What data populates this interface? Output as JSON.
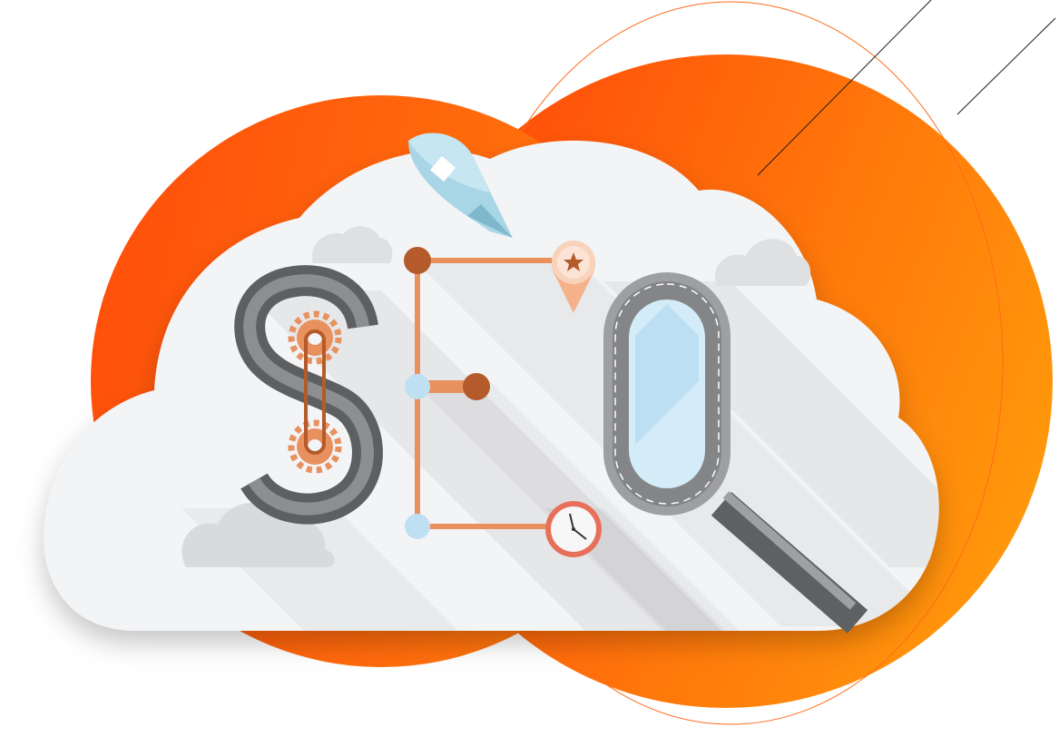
{
  "illustration": {
    "subject": "SEO",
    "letters": [
      "S",
      "E",
      "O"
    ],
    "icons": [
      "rocket-icon",
      "gear-icon",
      "map-pin-star-icon",
      "clock-icon",
      "magnifier-icon",
      "cloud-icon"
    ]
  },
  "colors": {
    "orange_dark": "#ff4a0a",
    "orange_light": "#ff9a0b",
    "cloud": "#f3f4f6",
    "letter_gray_dark": "#5e5f61",
    "letter_gray_light": "#8d8e90",
    "accent_orange": "#e8915e",
    "node_brown": "#b55a2a",
    "node_blue": "#bfe0f3",
    "lens_blue": "#d4ebf8",
    "thin_line": "#1c1c1c"
  }
}
